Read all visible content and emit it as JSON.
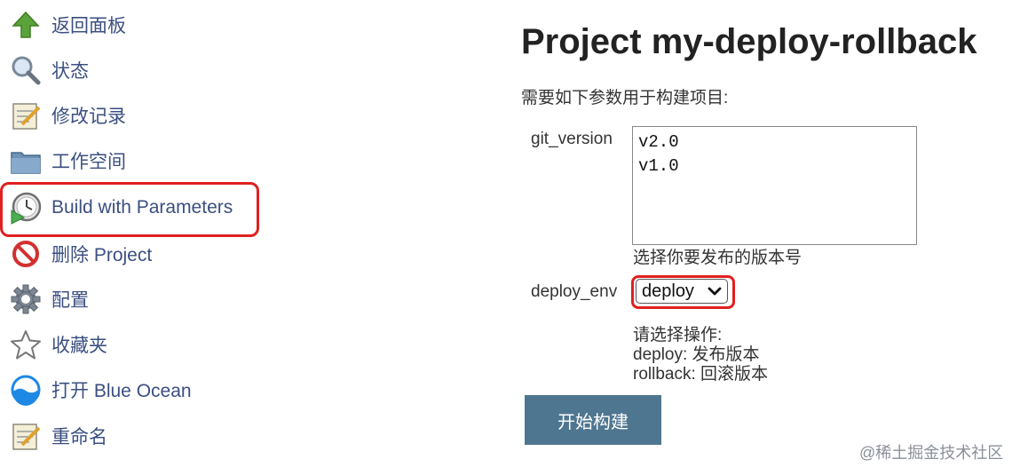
{
  "sidebar": {
    "items": [
      {
        "label": "返回面板",
        "icon": "up-arrow-icon"
      },
      {
        "label": "状态",
        "icon": "magnifier-icon"
      },
      {
        "label": "修改记录",
        "icon": "notepad-icon"
      },
      {
        "label": "工作空间",
        "icon": "folder-icon"
      },
      {
        "label": "Build with Parameters",
        "icon": "build-clock-icon"
      },
      {
        "label": "删除 Project",
        "icon": "no-entry-icon"
      },
      {
        "label": "配置",
        "icon": "gear-icon"
      },
      {
        "label": "收藏夹",
        "icon": "star-icon"
      },
      {
        "label": "打开 Blue Ocean",
        "icon": "blue-ocean-icon"
      },
      {
        "label": "重命名",
        "icon": "notepad-icon"
      }
    ]
  },
  "main": {
    "title": "Project my-deploy-rollback",
    "intro": "需要如下参数用于构建项目:",
    "params": [
      {
        "name": "git_version",
        "options": [
          "v2.0",
          "v1.0"
        ],
        "description": "选择你要发布的版本号"
      },
      {
        "name": "deploy_env",
        "selected": "deploy",
        "description_lines": [
          "请选择操作:",
          "deploy: 发布版本",
          "rollback: 回滚版本"
        ]
      }
    ],
    "build_button": "开始构建"
  },
  "watermark": "@稀土掘金技术社区",
  "colors": {
    "link": "#3b4f80",
    "highlight": "#e02020",
    "button": "#4f7690"
  }
}
